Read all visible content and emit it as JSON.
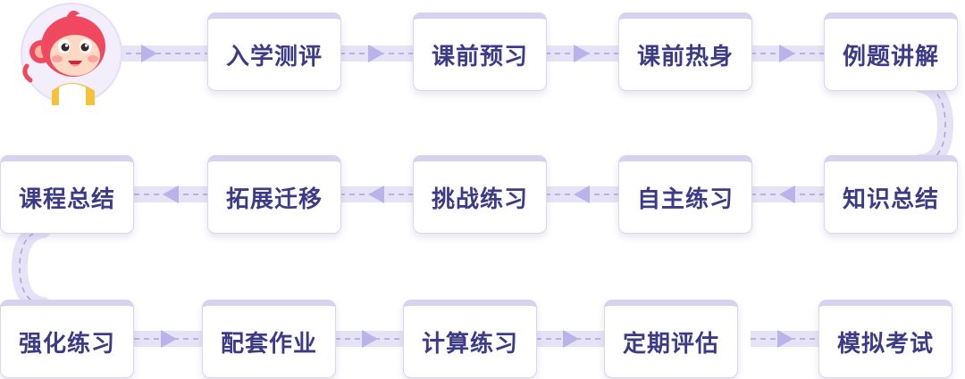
{
  "steps": [
    "入学测评",
    "课前预习",
    "课前热身",
    "例题讲解",
    "知识总结",
    "自主练习",
    "挑战练习",
    "拓展迁移",
    "课程总结",
    "强化练习",
    "配套作业",
    "计算练习",
    "定期评估",
    "模拟考试"
  ],
  "colors": {
    "text": "#3d3a86",
    "connector_fill": "#e6e3f7",
    "arrow": "#b9b3ea",
    "dash": "#a9a3d8",
    "card_top": "#d7d3ef",
    "card_border": "#d9d6ea",
    "mascot_bg": "#f2eefc",
    "mascot_fur": "#f0485f"
  },
  "mascot": {
    "icon": "monkey-mascot-icon"
  }
}
